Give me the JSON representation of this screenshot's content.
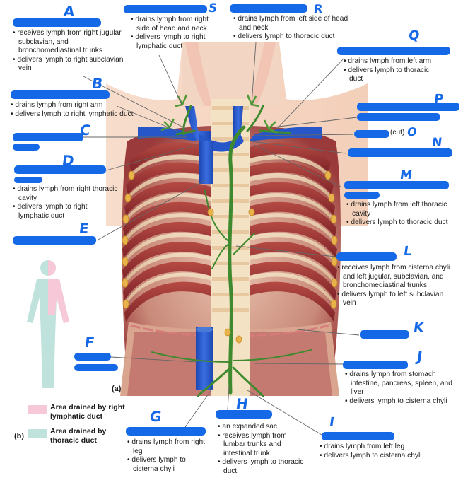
{
  "letters": [
    "A",
    "S",
    "R",
    "Q",
    "B",
    "P",
    "C",
    "O",
    "N",
    "D",
    "M",
    "E",
    "L",
    "K",
    "F",
    "J",
    "H",
    "G",
    "I"
  ],
  "callouts": {
    "A": [
      "receives lymph from right jugular, subclavian, and bronchomediastinal trunks",
      "delivers lymph to right subclavian vein"
    ],
    "S": [
      "drains lymph from right side of head and neck",
      "delivers lymph to right lymphatic duct"
    ],
    "R": [
      "drains lymph from left side of head and neck",
      "delivers lymph to thoracic duct"
    ],
    "Q": [
      "drains lymph from left arm",
      "delivers lymph to thoracic duct"
    ],
    "B": [
      "drains lymph from right arm",
      "delivers lymph to right lymphatic duct"
    ],
    "O": "(cut)",
    "D": [
      "drains lymph from right thoracic cavity",
      "delivers lymph to right lymphatic duct"
    ],
    "M": [
      "drains lymph from left thoracic cavity",
      "delivers lymph to thoracic duct"
    ],
    "L": [
      "receives lymph from cisterna chyli and left jugular, subclavian, and bronchomediastinal trunks",
      "delivers lymph to left subclavian vein"
    ],
    "J": [
      "drains lymph from stomach intestine, pancreas, spleen, and liver",
      "delivers lymph to cisterna chyli"
    ],
    "H": [
      "an expanded sac",
      "receives lymph from lumbar trunks and intestinal trunk",
      "delivers lymph to thoracic duct"
    ],
    "G": [
      "drains lymph from right leg",
      "delivers lymph to cisterna chyli"
    ],
    "I": [
      "drains lymph from left leg",
      "delivers lymph to cisterna chyli"
    ]
  },
  "panel_a_label": "(a)",
  "panel_b_label": "(b)",
  "legend": [
    {
      "label": "Area drained by right lymphatic duct",
      "color": "#f7c9d8"
    },
    {
      "label": "Area drained by thoracic duct",
      "color": "#bfe3dc"
    }
  ],
  "colors": {
    "annotation_blue": "#1669e6",
    "vessel_blue": "#2656c8",
    "lymph_green": "#3f8a2e",
    "muscle": "#a63a3a"
  }
}
